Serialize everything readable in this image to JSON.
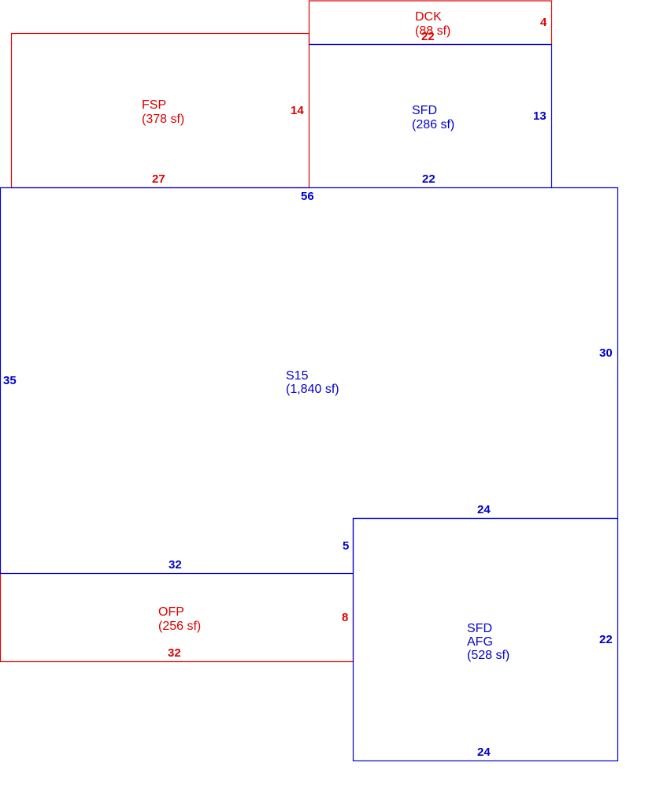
{
  "colors": {
    "living": "#0000cc",
    "exterior": "#dd0000",
    "background": "#ffffff"
  },
  "areas": {
    "dck": {
      "code": "DCK",
      "area": "(88 sf)",
      "color": "exterior"
    },
    "fsp": {
      "code": "FSP",
      "area": "(378 sf)",
      "color": "exterior"
    },
    "sfd_top": {
      "code": "SFD",
      "area": "(286 sf)",
      "color": "living"
    },
    "s15": {
      "code": "S15",
      "area": "(1,840 sf)",
      "color": "living"
    },
    "ofp": {
      "code": "OFP",
      "area": "(256 sf)",
      "color": "exterior"
    },
    "sfd_afg": {
      "code": "SFD",
      "code2": "AFG",
      "area": "(528 sf)",
      "color": "living"
    }
  },
  "dimensions": {
    "dck_right": "4",
    "dck_bottom": "22",
    "fsp_right": "14",
    "fsp_bottom": "27",
    "sfd_top_right": "13",
    "sfd_top_bottom": "22",
    "s15_top": "56",
    "s15_left": "35",
    "s15_right": "30",
    "s15_step_top": "24",
    "s15_step_vertical": "5",
    "s15_bottom": "32",
    "ofp_right": "8",
    "ofp_bottom": "32",
    "afg_right": "22",
    "afg_bottom": "24"
  }
}
